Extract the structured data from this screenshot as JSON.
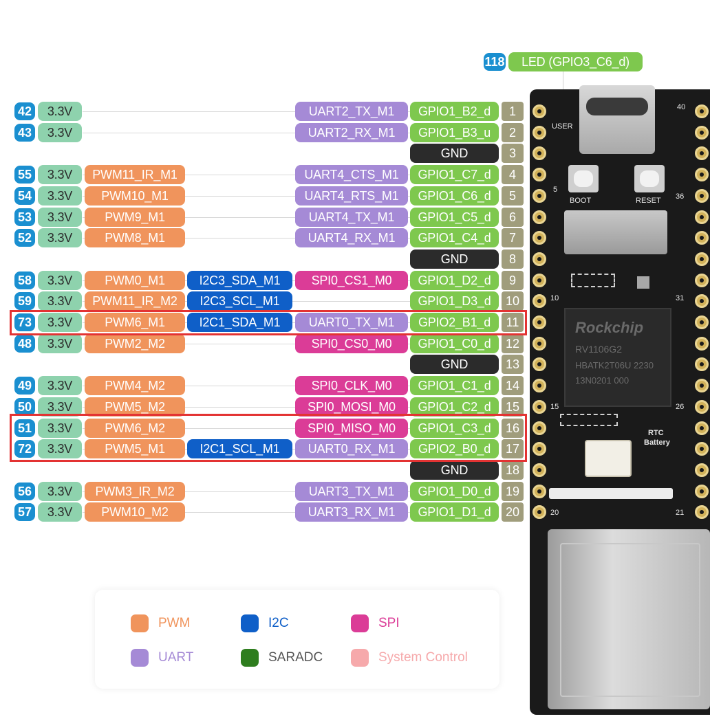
{
  "colors": {
    "num": "#1a8fd0",
    "v33": "#8ed2ad",
    "pwm": "#f0945c",
    "i2c": "#0f5fc8",
    "spi": "#db3c97",
    "uart": "#a58ad6",
    "gpio": "#7ec84e",
    "gnd": "#2b2b2b",
    "pin": "#a09d7c",
    "saradc": "#2e7d1e",
    "sysctl": "#f6a9ab",
    "highlight": "#e33333"
  },
  "led": {
    "num": "118",
    "label": "LED (GPIO3_C6_d)"
  },
  "pins": [
    {
      "pin": "1",
      "num": "42",
      "v": "3.3V",
      "pwm": "",
      "i2c": "",
      "spi": "",
      "uart": "UART2_TX_M1",
      "gpio": "GPIO1_B2_d"
    },
    {
      "pin": "2",
      "num": "43",
      "v": "3.3V",
      "pwm": "",
      "i2c": "",
      "spi": "",
      "uart": "UART2_RX_M1",
      "gpio": "GPIO1_B3_u"
    },
    {
      "pin": "3",
      "gnd": "GND"
    },
    {
      "pin": "4",
      "num": "55",
      "v": "3.3V",
      "pwm": "PWM11_IR_M1",
      "i2c": "",
      "spi": "",
      "uart": "UART4_CTS_M1",
      "gpio": "GPIO1_C7_d"
    },
    {
      "pin": "5",
      "num": "54",
      "v": "3.3V",
      "pwm": "PWM10_M1",
      "i2c": "",
      "spi": "",
      "uart": "UART4_RTS_M1",
      "gpio": "GPIO1_C6_d"
    },
    {
      "pin": "6",
      "num": "53",
      "v": "3.3V",
      "pwm": "PWM9_M1",
      "i2c": "",
      "spi": "",
      "uart": "UART4_TX_M1",
      "gpio": "GPIO1_C5_d"
    },
    {
      "pin": "7",
      "num": "52",
      "v": "3.3V",
      "pwm": "PWM8_M1",
      "i2c": "",
      "spi": "",
      "uart": "UART4_RX_M1",
      "gpio": "GPIO1_C4_d"
    },
    {
      "pin": "8",
      "gnd": "GND"
    },
    {
      "pin": "9",
      "num": "58",
      "v": "3.3V",
      "pwm": "PWM0_M1",
      "i2c": "I2C3_SDA_M1",
      "spi": "SPI0_CS1_M0",
      "uart": "",
      "gpio": "GPIO1_D2_d"
    },
    {
      "pin": "10",
      "num": "59",
      "v": "3.3V",
      "pwm": "PWM11_IR_M2",
      "i2c": "I2C3_SCL_M1",
      "spi": "",
      "uart": "",
      "gpio": "GPIO1_D3_d"
    },
    {
      "pin": "11",
      "num": "73",
      "v": "3.3V",
      "pwm": "PWM6_M1",
      "i2c": "I2C1_SDA_M1",
      "spi": "",
      "uart": "UART0_TX_M1",
      "gpio": "GPIO2_B1_d"
    },
    {
      "pin": "12",
      "num": "48",
      "v": "3.3V",
      "pwm": "PWM2_M2",
      "i2c": "",
      "spi": "SPI0_CS0_M0",
      "uart": "",
      "gpio": "GPIO1_C0_d"
    },
    {
      "pin": "13",
      "gnd": "GND"
    },
    {
      "pin": "14",
      "num": "49",
      "v": "3.3V",
      "pwm": "PWM4_M2",
      "i2c": "",
      "spi": "SPI0_CLK_M0",
      "uart": "",
      "gpio": "GPIO1_C1_d"
    },
    {
      "pin": "15",
      "num": "50",
      "v": "3.3V",
      "pwm": "PWM5_M2",
      "i2c": "",
      "spi": "SPI0_MOSI_M0",
      "uart": "",
      "gpio": "GPIO1_C2_d"
    },
    {
      "pin": "16",
      "num": "51",
      "v": "3.3V",
      "pwm": "PWM6_M2",
      "i2c": "",
      "spi": "SPI0_MISO_M0",
      "uart": "",
      "gpio": "GPIO1_C3_d"
    },
    {
      "pin": "17",
      "num": "72",
      "v": "3.3V",
      "pwm": "PWM5_M1",
      "i2c": "I2C1_SCL_M1",
      "spi": "",
      "uart": "UART0_RX_M1",
      "gpio": "GPIO2_B0_d"
    },
    {
      "pin": "18",
      "gnd": "GND"
    },
    {
      "pin": "19",
      "num": "56",
      "v": "3.3V",
      "pwm": "PWM3_IR_M2",
      "i2c": "",
      "spi": "",
      "uart": "UART3_TX_M1",
      "gpio": "GPIO1_D0_d"
    },
    {
      "pin": "20",
      "num": "57",
      "v": "3.3V",
      "pwm": "PWM10_M2",
      "i2c": "",
      "spi": "",
      "uart": "UART3_RX_M1",
      "gpio": "GPIO1_D1_d"
    }
  ],
  "board": {
    "silk": {
      "user": "USER",
      "boot": "BOOT",
      "reset": "RESET",
      "chip_brand": "Rockchip",
      "chip_model": "RV1106G2",
      "chip_line2": "HBATK2T06U 2230",
      "chip_line3": "13N0201 000",
      "rtc": "RTC",
      "battery": "Battery",
      "p40": "40",
      "p36": "36",
      "p5": "5",
      "p10": "10",
      "p31": "31",
      "p15": "15",
      "p26": "26",
      "p20": "20",
      "p21": "21"
    }
  },
  "legend": [
    {
      "label": "PWM",
      "color": "#f0945c",
      "text_color": "#f0945c"
    },
    {
      "label": "I2C",
      "color": "#0f5fc8",
      "text_color": "#0f5fc8"
    },
    {
      "label": "SPI",
      "color": "#db3c97",
      "text_color": "#db3c97"
    },
    {
      "label": "UART",
      "color": "#a58ad6",
      "text_color": "#a58ad6"
    },
    {
      "label": "SARADC",
      "color": "#2e7d1e",
      "text_color": "#555555"
    },
    {
      "label": "System Control",
      "color": "#f6a9ab",
      "text_color": "#f6a9ab"
    }
  ],
  "highlights": [
    {
      "pins": [
        "11"
      ]
    },
    {
      "pins": [
        "16",
        "17"
      ]
    }
  ]
}
